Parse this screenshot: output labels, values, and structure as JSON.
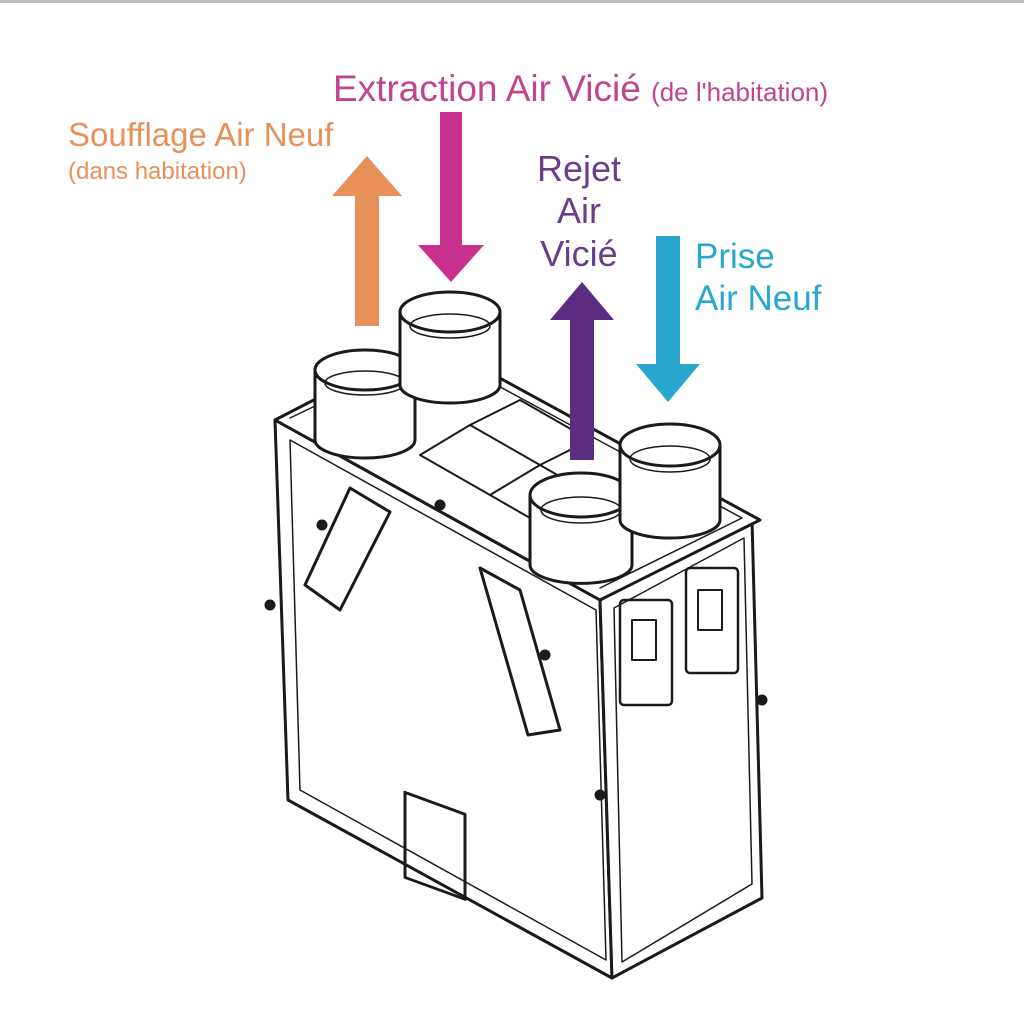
{
  "labels": {
    "extraction": {
      "main": "Extraction Air Vicié",
      "sub": "(de l'habitation)",
      "color": "#c0448e"
    },
    "soufflage": {
      "main": "Soufflage Air Neuf",
      "sub": "(dans habitation)",
      "color": "#e8905a"
    },
    "rejet": {
      "line1": "Rejet",
      "line2": "Air",
      "line3": "Vicié",
      "color": "#6c3d8c"
    },
    "prise": {
      "line1": "Prise",
      "line2": "Air Neuf",
      "color": "#2aa7cf"
    }
  },
  "arrows": {
    "soufflage": {
      "direction": "up",
      "color": "#e8905a"
    },
    "extraction": {
      "direction": "down",
      "color": "#c8318d"
    },
    "rejet": {
      "direction": "up",
      "color": "#5b2d82"
    },
    "prise": {
      "direction": "down",
      "color": "#2aa7cf"
    }
  }
}
